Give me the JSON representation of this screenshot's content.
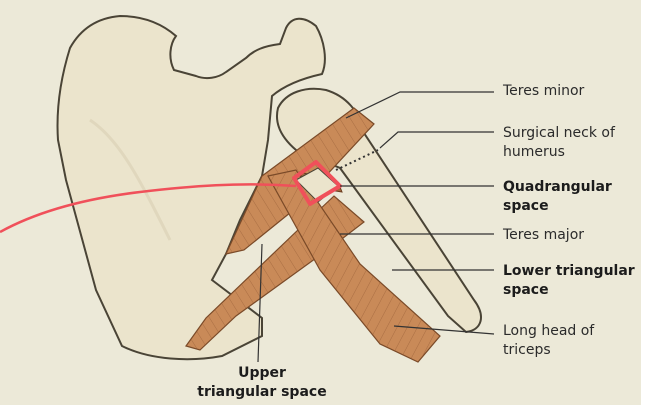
{
  "labels": {
    "teres_minor": "Teres minor",
    "surgical_neck": "Surgical neck of\nhumerus",
    "quadrangular_space": "Quadrangular\nspace",
    "teres_major": "Teres major",
    "lower_triangular_space": "Lower triangular\nspace",
    "long_head_triceps": "Long head of\ntriceps",
    "upper_triangular_space": "Upper\ntriangular space"
  },
  "colors": {
    "page": "#ece9d8",
    "bone": "#ebe4cc",
    "bone_outline": "#4a4436",
    "muscle": "#c98a58",
    "muscle_dark": "#a4673c",
    "annotation_red": "#f0505a",
    "leader_line": "#333333"
  }
}
